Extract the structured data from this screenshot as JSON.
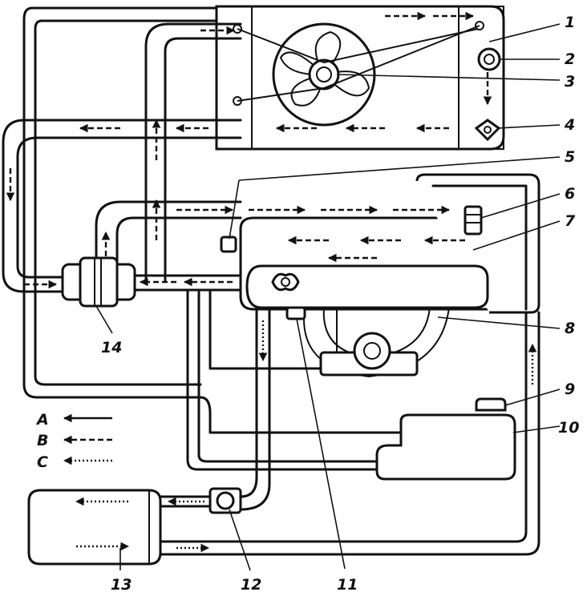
{
  "callouts": [
    "1",
    "2",
    "3",
    "4",
    "5",
    "6",
    "7",
    "8",
    "9",
    "10",
    "11",
    "12",
    "13",
    "14"
  ],
  "legend": [
    {
      "key": "A",
      "line_style": "solid"
    },
    {
      "key": "B",
      "line_style": "dashed"
    },
    {
      "key": "C",
      "line_style": "dotted"
    }
  ]
}
